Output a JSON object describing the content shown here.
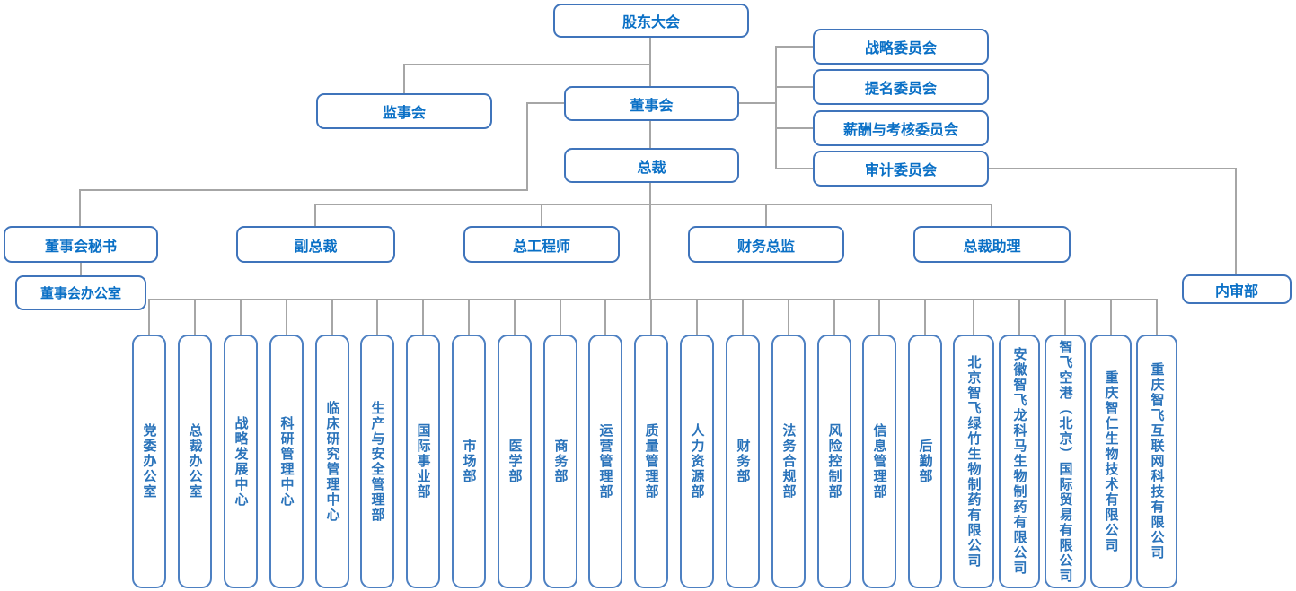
{
  "org": {
    "shareholders": "股东大会",
    "supervisory_board": "监事会",
    "board": "董事会",
    "president": "总裁",
    "committees": [
      "战略委员会",
      "提名委员会",
      "薪酬与考核委员会",
      "审计委员会"
    ],
    "executives": [
      "董事会秘书",
      "副总裁",
      "总工程师",
      "财务总监",
      "总裁助理"
    ],
    "board_office": "董事会办公室",
    "internal_audit_dept": "内审部",
    "departments": [
      "党委办公室",
      "总裁办公室",
      "战略发展中心",
      "科研管理中心",
      "临床研究管理中心",
      "生产与安全管理部",
      "国际事业部",
      "市场部",
      "医学部",
      "商务部",
      "运营管理部",
      "质量管理部",
      "人力资源部",
      "财务部",
      "法务合规部",
      "风险控制部",
      "信息管理部",
      "后勤部"
    ],
    "subsidiaries": [
      "北京智飞绿竹生物制药有限公司",
      "安徽智飞龙科马生物制药有限公司",
      "智飞空港（北京）国际贸易有限公司",
      "重庆智仁生物技术有限公司",
      "重庆智飞互联网科技有限公司"
    ]
  },
  "colors": {
    "box_border": "#3f74bb",
    "vertical_box_border": "#4d80c2",
    "box_text": "#0a70c6",
    "vertical_box_text": "#2a73ba",
    "connector": "#a6a6a6",
    "background": "#ffffff"
  }
}
